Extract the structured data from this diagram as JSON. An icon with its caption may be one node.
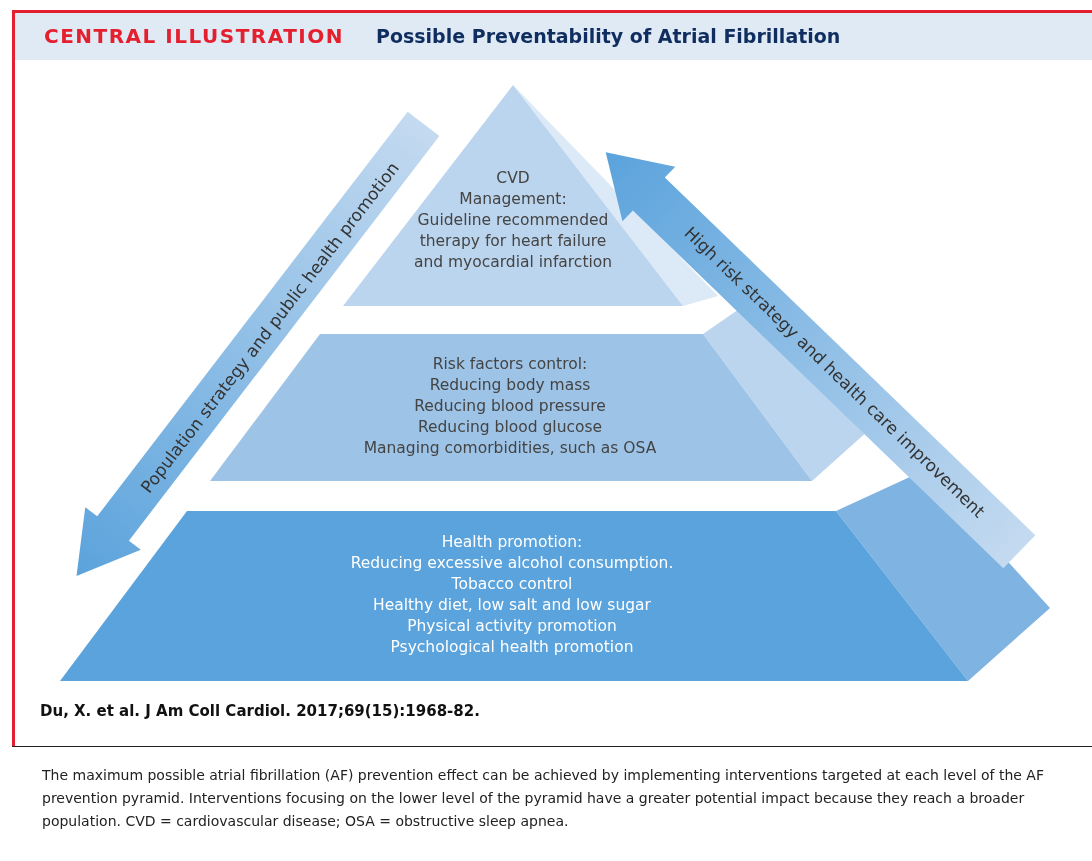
{
  "diagram": {
    "title": "Possible Preventability of Atrial Fibrillation",
    "caption": "The maximum possible atrial fibrillation (AF) prevention effect can be achieved by implementing interventions targeted at each level of the AF prevention pyramid. Interventions focusing on the lower level of the pyramid have a greater potential impact because they reach a broader population. CVD = cardiovascular disease; OSA = obstructive sleep apnea.",
    "nodes": [
      {
        "text": [
          "CVD Management:",
          "Guideline recommended therapy for heart failure and myocardial infarction"
        ]
      },
      {
        "text": [
          "Risk factors control:",
          "Reducing body mass",
          "Reducing blood pressure",
          "Reducing blood glucose",
          "Managing comorbidities, such as OSA"
        ]
      },
      {
        "text": [
          "Health promotion:",
          "Reducing excessive alcohol consumption.",
          "Tobacco control",
          "Healthy diet, low salt and low sugar",
          "Physical activity promotion",
          "Psychological health promotion"
        ]
      },
      {
        "text": [
          "Population strategy and public health promotion"
        ]
      },
      {
        "text": [
          "High risk strategy and health care improvement"
        ]
      }
    ],
    "labels": [
      "CENTRAL ILLUSTRATION",
      "Du, X. et al. J Am Coll Cardiol. 2017;69(15):1968-82."
    ]
  }
}
